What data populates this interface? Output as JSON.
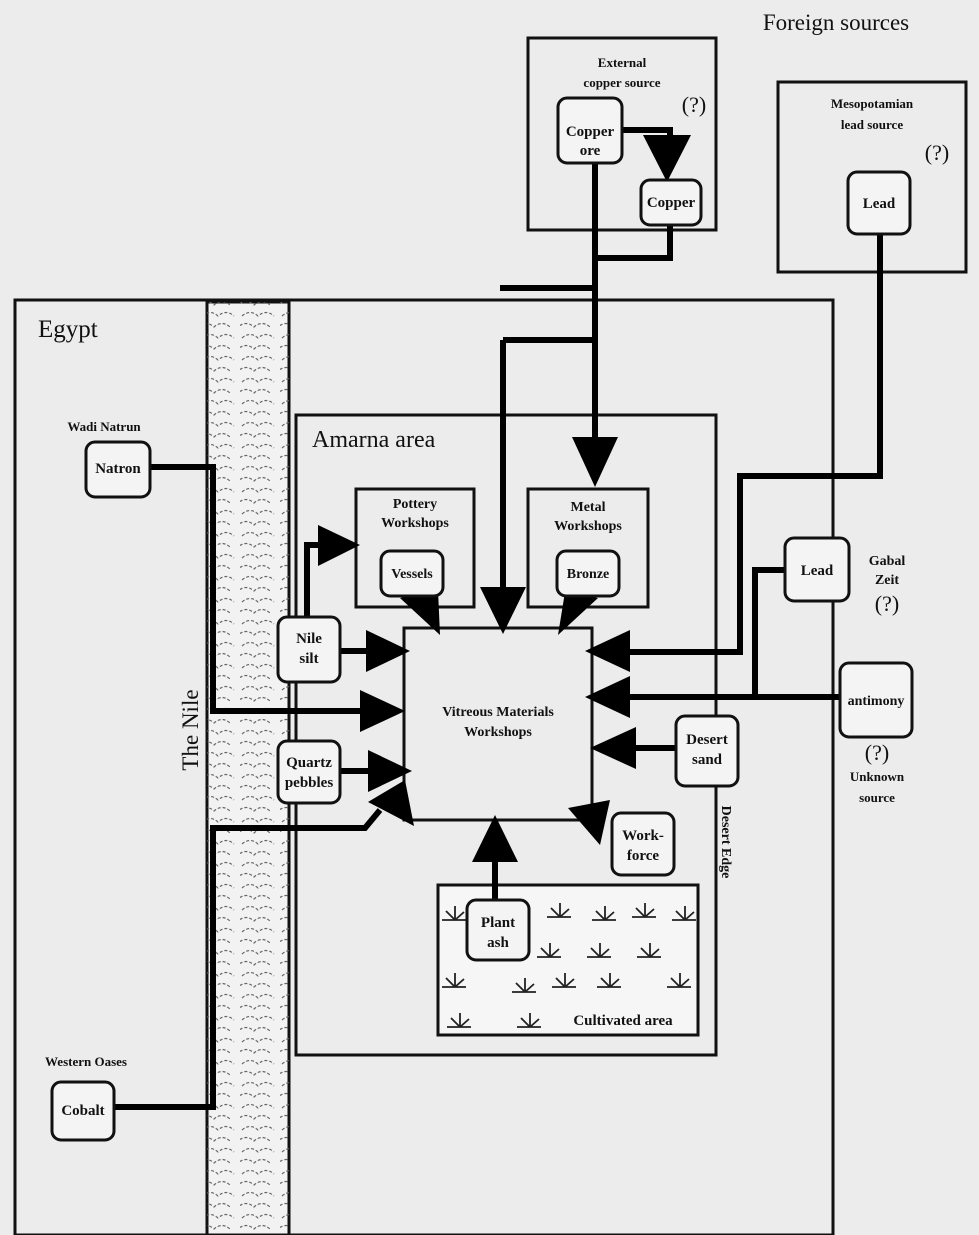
{
  "titles": {
    "foreign_sources": "Foreign sources",
    "egypt": "Egypt",
    "amarna_area": "Amarna area",
    "the_nile": "The Nile",
    "desert_edge": "Desert Edge"
  },
  "external_copper": {
    "line1": "External",
    "line2": "copper source",
    "uncertain": "(?)",
    "ore_line1": "Copper",
    "ore_line2": "ore",
    "copper": "Copper"
  },
  "mesopotamian": {
    "line1": "Mesopotamian",
    "line2": "lead source",
    "uncertain": "(?)",
    "lead": "Lead"
  },
  "wadi_natrun": {
    "label": "Wadi Natrun",
    "node": "Natron"
  },
  "western_oases": {
    "label": "Western Oases",
    "node": "Cobalt"
  },
  "pottery": {
    "line1": "Pottery",
    "line2": "Workshops",
    "node": "Vessels"
  },
  "metal": {
    "line1": "Metal",
    "line2": "Workshops",
    "node": "Bronze"
  },
  "center": {
    "line1": "Vitreous Materials",
    "line2": "Workshops"
  },
  "nile_silt": {
    "line1": "Nile",
    "line2": "silt"
  },
  "quartz": {
    "line1": "Quartz",
    "line2": "pebbles"
  },
  "gabal_zeit": {
    "node": "Lead",
    "line1": "Gabal",
    "line2": "Zeit",
    "uncertain": "(?)"
  },
  "antimony": {
    "node": "antimony",
    "uncertain": "(?)",
    "line1": "Unknown",
    "line2": "source"
  },
  "desert_sand": {
    "line1": "Desert",
    "line2": "sand"
  },
  "workforce": {
    "line1": "Work-",
    "line2": "force"
  },
  "plant_ash": {
    "line1": "Plant",
    "line2": "ash"
  },
  "cultivated": {
    "label": "Cultivated area"
  }
}
